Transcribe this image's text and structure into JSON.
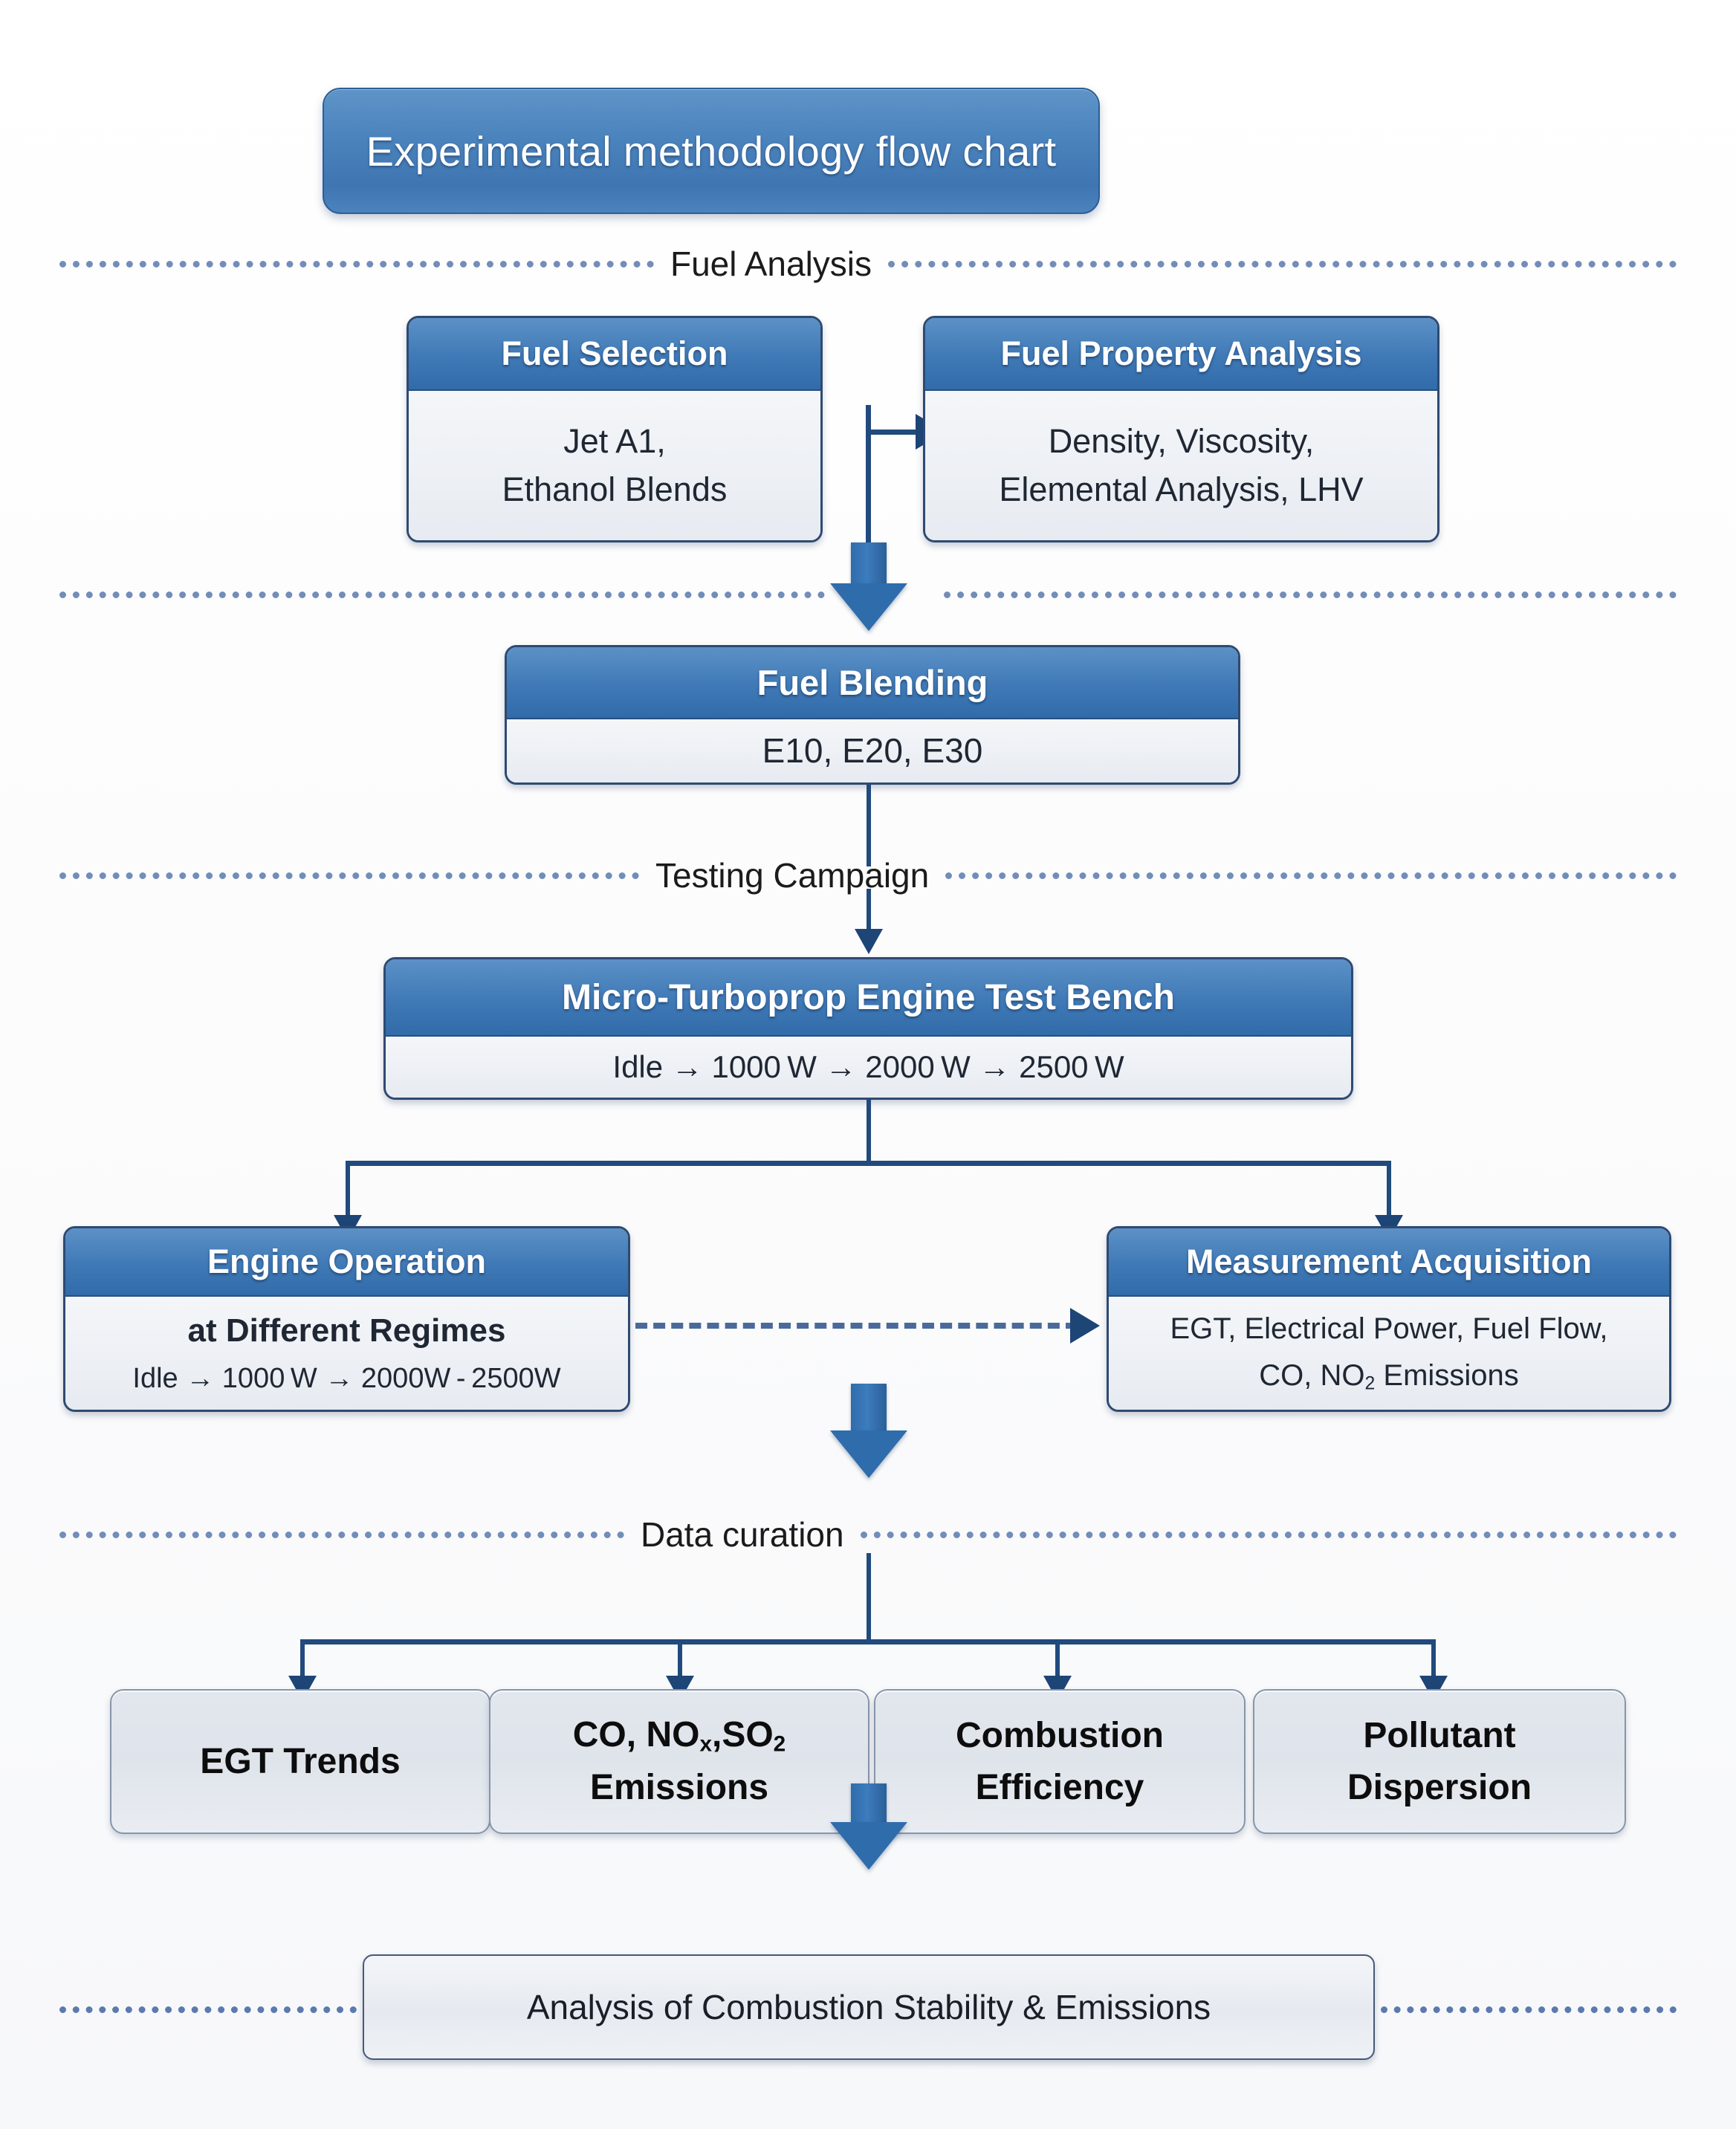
{
  "title": "Experimental methodology flow chart",
  "sections": [
    {
      "id": "fuel-analysis",
      "label": "Fuel Analysis"
    },
    {
      "id": "blending",
      "label": ""
    },
    {
      "id": "testing-campaign",
      "label": "Testing Campaign"
    },
    {
      "id": "data-curation",
      "label": "Data curation"
    }
  ],
  "nodes": {
    "fuel_selection": {
      "header": "Fuel Selection",
      "lines": [
        "Jet A1,",
        "Ethanol Blends"
      ]
    },
    "fuel_property_analysis": {
      "header": "Fuel Property Analysis",
      "lines": [
        "Density, Viscosity,",
        "Elemental Analysis, LHV"
      ]
    },
    "fuel_blending": {
      "header": "Fuel Blending",
      "lines": [
        "E10, E20, E30"
      ]
    },
    "test_bench": {
      "header": "Micro-Turboprop Engine Test Bench",
      "lines": [
        "Idle → 1000 W → 2000 W → 2500 W"
      ]
    },
    "engine_operation": {
      "header": "Engine Operation",
      "lines": [
        "at Different Regimes",
        "Idle → 1000 W → 2000W - 2500W"
      ]
    },
    "measurement_acquisition": {
      "header": "Measurement Acquisition",
      "lines": [
        "EGT, Electrical Power, Fuel Flow,",
        "CO, NO2 Emissions"
      ]
    }
  },
  "outputs": [
    {
      "id": "egt-trends",
      "lines": [
        "EGT Trends"
      ]
    },
    {
      "id": "emissions",
      "lines": [
        "CO, NOx,SO2",
        "Emissions"
      ]
    },
    {
      "id": "combustion-efficiency",
      "lines": [
        "Combustion",
        "Efficiency"
      ]
    },
    {
      "id": "pollutant-dispersion",
      "lines": [
        "Pollutant",
        "Dispersion"
      ]
    }
  ],
  "final": "Analysis of Combustion Stability & Emissions",
  "colors": {
    "header_blue": "#3f79b6",
    "title_blue": "#4a82bc",
    "body_gray": "#eceff4",
    "connector": "#214a7d",
    "dashed": "#5b7aae",
    "fat_arrow": "#2f6cab"
  }
}
